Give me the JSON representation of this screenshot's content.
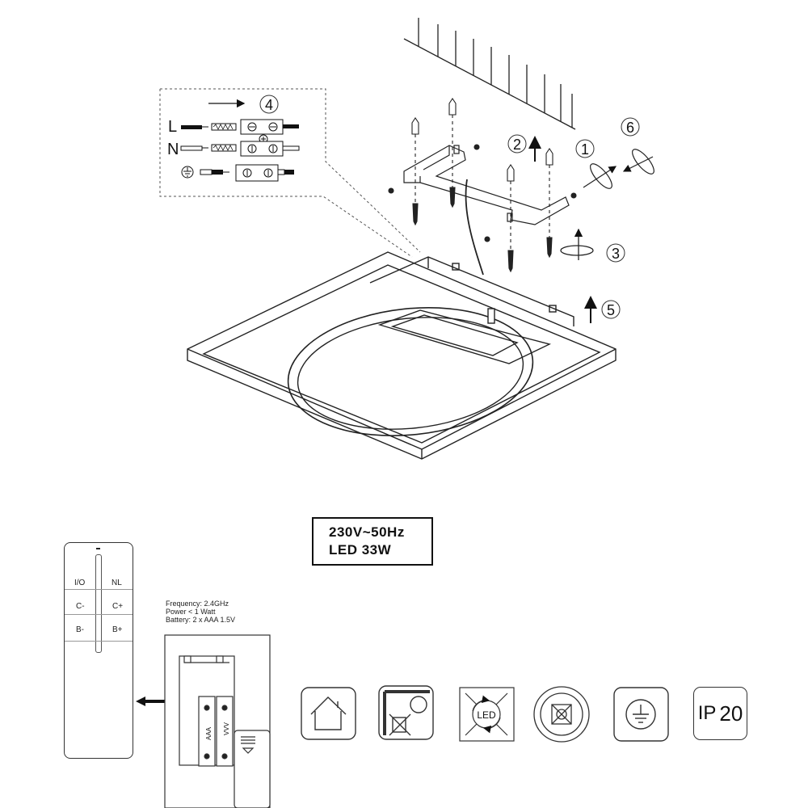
{
  "steps": [
    "1",
    "2",
    "3",
    "4",
    "5",
    "6"
  ],
  "wiring": {
    "line_label": "L",
    "neutral_label": "N"
  },
  "spec": {
    "voltage": "230V~50Hz",
    "power": "LED 33W"
  },
  "remote": {
    "buttons": [
      "I/O",
      "NL",
      "C-",
      "C+",
      "B-",
      "B+"
    ]
  },
  "remote_specs": {
    "frequency": "Frequency:  2.4GHz",
    "power": "Power < 1 Watt",
    "battery": "Battery: 2 x AAA 1.5V"
  },
  "battery": {
    "type": "AAA",
    "marking": "VVV"
  },
  "symbols": {
    "led_label": "LED",
    "ip_prefix": "IP",
    "ip_value": "20"
  }
}
